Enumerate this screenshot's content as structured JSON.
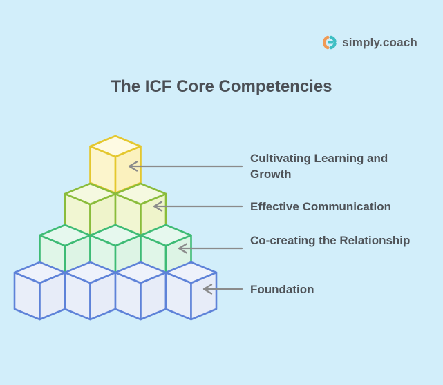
{
  "page": {
    "background_color": "#D2EEFA"
  },
  "logo": {
    "text": "simply.coach",
    "icon": "simply-coach-mark",
    "icon_orange": "#F09A55",
    "icon_teal": "#3EBFC4"
  },
  "title": "The ICF Core Competencies",
  "diagram": {
    "type": "cube-pyramid",
    "arrow_color": "#8B8B8B",
    "label_color": "#4E5257",
    "levels": [
      {
        "label": "Cultivating Learning and Growth",
        "cubes": 1,
        "stroke": "#E4C72E",
        "fill_top": "#FEFAE3",
        "fill_left": "#FCF5CC",
        "fill_right": "#FBF1BE"
      },
      {
        "label": "Effective Communication",
        "cubes": 2,
        "stroke": "#8ABC3B",
        "fill_top": "#F5F9E0",
        "fill_left": "#F1F6D2",
        "fill_right": "#EFF4CB"
      },
      {
        "label": "Co-creating the Relationship",
        "cubes": 3,
        "stroke": "#3EBB75",
        "fill_top": "#E6F8EE",
        "fill_left": "#E0F6E8",
        "fill_right": "#DDF4E5"
      },
      {
        "label": "Foundation",
        "cubes": 4,
        "stroke": "#5E82D8",
        "fill_top": "#EEF2FB",
        "fill_left": "#E9EEF9",
        "fill_right": "#E7ECF8"
      }
    ]
  }
}
